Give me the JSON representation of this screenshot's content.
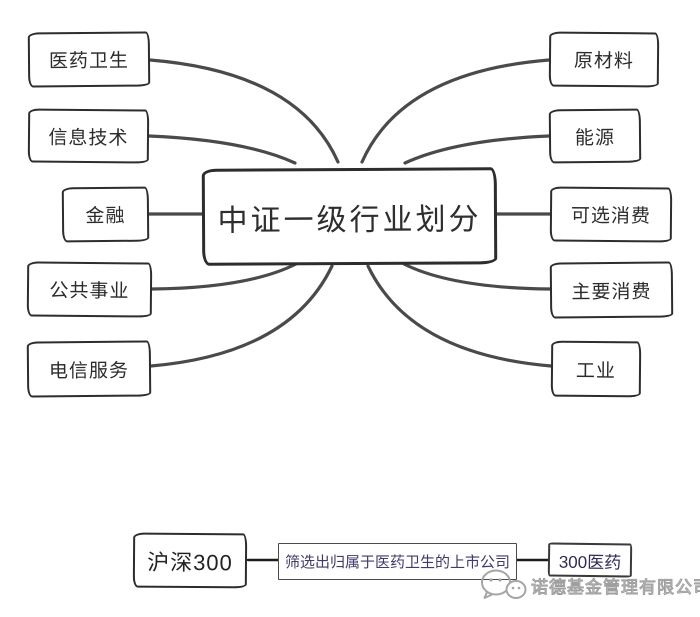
{
  "diagram": {
    "center_label": "中证一级行业划分",
    "left_nodes": [
      {
        "id": "healthcare",
        "label": "医药卫生"
      },
      {
        "id": "info-tech",
        "label": "信息技术"
      },
      {
        "id": "finance",
        "label": "金融"
      },
      {
        "id": "utilities",
        "label": "公共事业"
      },
      {
        "id": "telecom",
        "label": "电信服务"
      }
    ],
    "right_nodes": [
      {
        "id": "materials",
        "label": "原材料"
      },
      {
        "id": "energy",
        "label": "能源"
      },
      {
        "id": "consumer-discretionary",
        "label": "可选消费"
      },
      {
        "id": "consumer-staples",
        "label": "主要消费"
      },
      {
        "id": "industrials",
        "label": "工业"
      }
    ]
  },
  "flow": {
    "source_label": "沪深300",
    "process_label": "筛选出归属于医药卫生的上市公司",
    "result_label": "300医药"
  },
  "watermark": {
    "icon": "wechat-icon",
    "text": "诺德基金管理有限公司"
  },
  "colors": {
    "background": "#ffffff",
    "box_border": "#2d2d2d",
    "box_text": "#2c2c2c",
    "connector": "#4a4a4a",
    "flow_connector": "#1c1c1c",
    "process_text": "#413a6e",
    "result_text": "#2e2956",
    "watermark_gray": "#9f9f9f"
  }
}
